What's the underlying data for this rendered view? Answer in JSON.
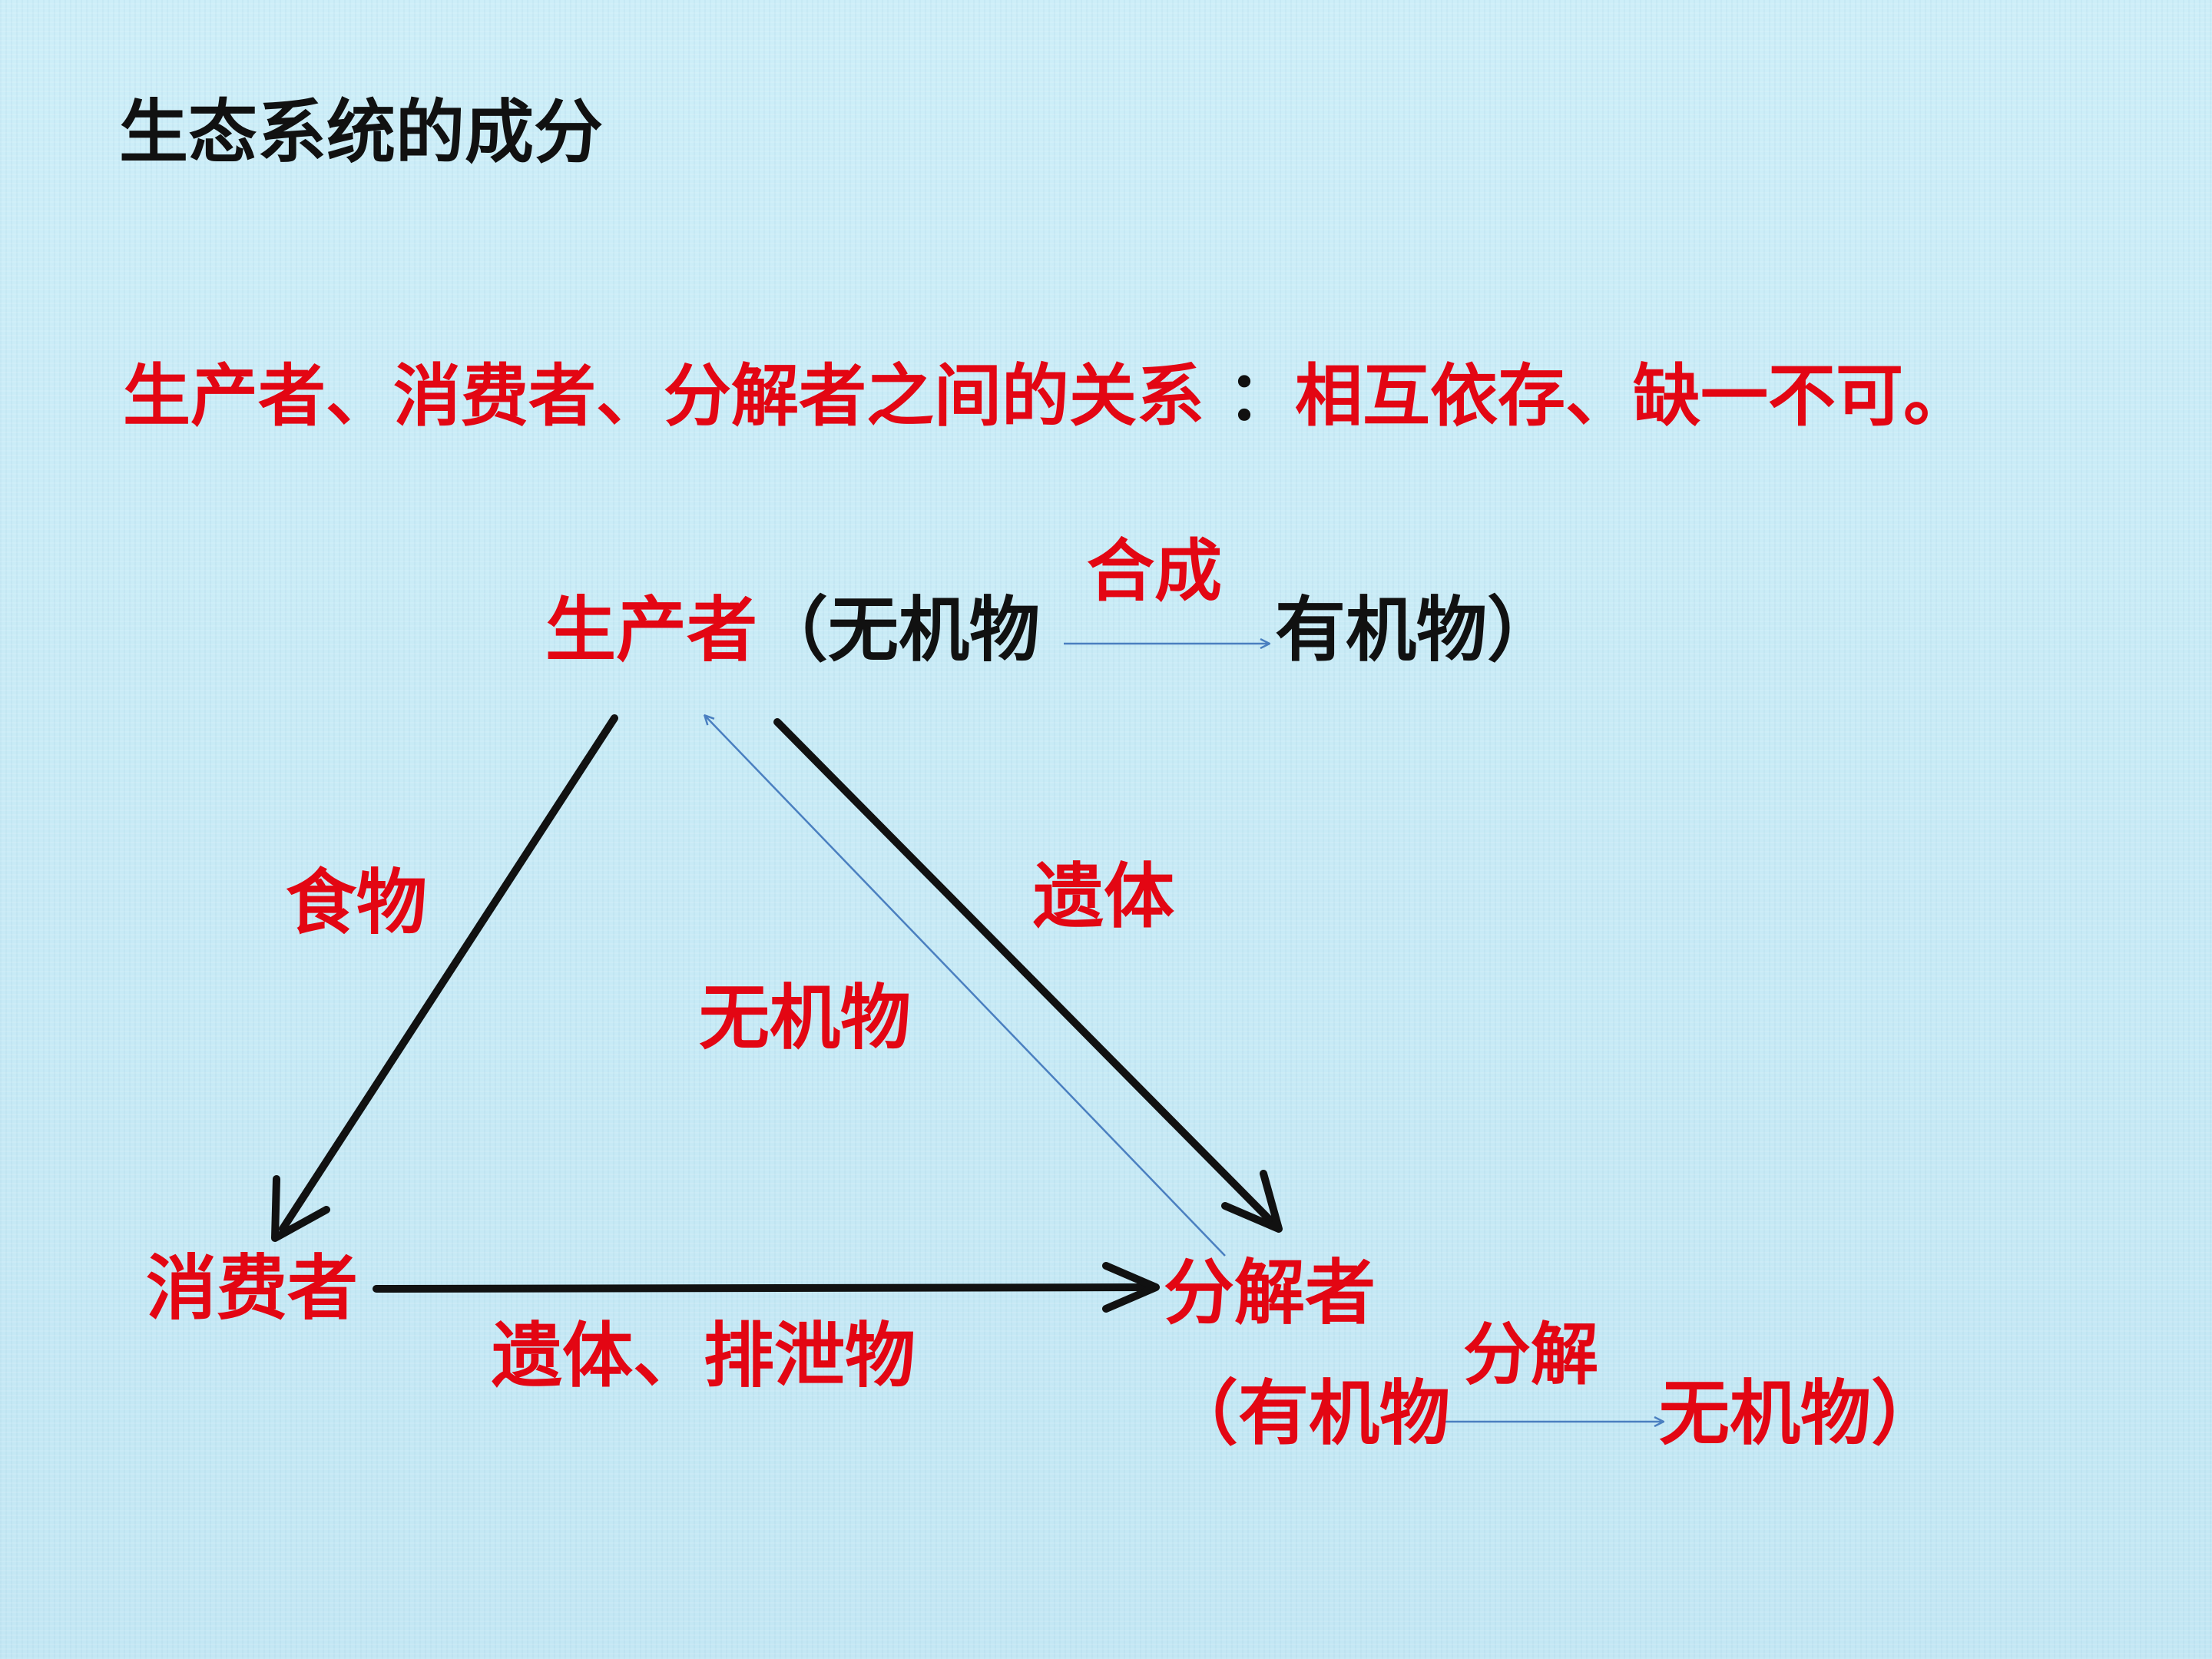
{
  "title": "生态系统的成分",
  "relation": {
    "prefix": "生产者、消费者、分解者之间的关系",
    "colon": "：",
    "conclusion": "相互依存、缺一不可。"
  },
  "producer": {
    "name": "生产者",
    "open": "（无机物",
    "process": "合成",
    "close": "有机物）"
  },
  "consumer": {
    "name": "消费者"
  },
  "decomposer": {
    "name": "分解者",
    "open": "（有机物",
    "process": "分解",
    "close": "无机物）"
  },
  "edges": {
    "producer_to_consumer": "食物",
    "producer_to_decomposer": "遗体",
    "decomposer_to_producer": "无机物",
    "consumer_to_decomposer": "遗体、排泄物"
  },
  "colors": {
    "red": "#e30613",
    "black": "#111111",
    "blue_arrow": "#4a7fc0"
  }
}
